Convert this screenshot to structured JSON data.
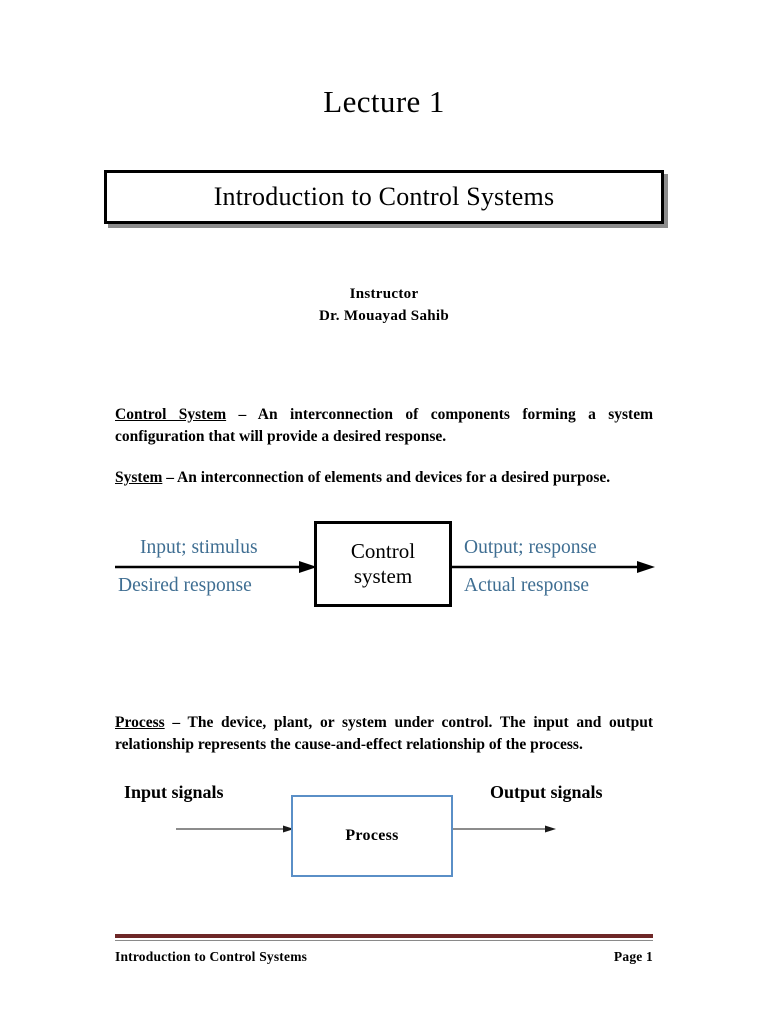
{
  "document": {
    "lecture_heading": "Lecture 1",
    "title": "Introduction to Control Systems",
    "instructor_label": "Instructor",
    "instructor_name": "Dr. Mouayad Sahib"
  },
  "definitions": {
    "control_system": {
      "term": "Control System",
      "dash": " – ",
      "text": "An interconnection of components forming a system configuration that will provide a desired response."
    },
    "system": {
      "term": "System",
      "dash": " – ",
      "text": "An interconnection of elements and devices for a desired purpose."
    },
    "process": {
      "term": "Process",
      "dash": " – ",
      "text": "The device, plant, or system under control.  The input and output relationship represents the cause-and-effect relationship of the process."
    }
  },
  "diagram_control_system": {
    "box_line1": "Control",
    "box_line2": "system",
    "input_top": "Input; stimulus",
    "input_bottom": "Desired response",
    "output_top": "Output; response",
    "output_bottom": "Actual response",
    "label_color": "#3f6e92",
    "box_border_color": "#000000",
    "arrow_color": "#000000"
  },
  "diagram_process": {
    "box_label": "Process",
    "input_label": "Input signals",
    "output_label": "Output signals",
    "box_border_color": "#5a8fc7",
    "arrow_color": "#1a1a1a",
    "label_color": "#000000"
  },
  "footer": {
    "left_text": "Introduction to Control Systems",
    "right_text": "Page 1",
    "rule_color": "#6e2727"
  }
}
